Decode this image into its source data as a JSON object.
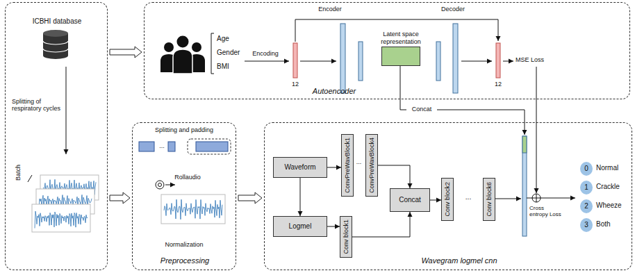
{
  "diagram": {
    "nodes": [
      {
        "text": [
          "ICBHI database",
          "Splitting of respiratory cycles",
          "Batch"
        ]
      },
      {
        "text": [
          "Autoencoder"
        ]
      },
      {
        "text": [
          "Latent space representation"
        ],
        "in": 1
      },
      {
        "text": [
          "Preprocessing"
        ]
      },
      {
        "text": [
          "Wavegram logmel cnn"
        ]
      },
      {
        "text": [
          "Waveform"
        ],
        "in": 4
      },
      {
        "text": [
          "Logmel"
        ],
        "in": 4
      },
      {
        "text": [
          "ConvPreWavBlock1"
        ],
        "in": 4
      },
      {
        "text": [
          "ConvPreWavBlock4"
        ],
        "in": 4
      },
      {
        "text": [
          "Conv block1"
        ],
        "in": 4
      },
      {
        "text": [
          "Concat"
        ],
        "in": 4
      },
      {
        "text": [
          "Conv block2"
        ],
        "in": 4
      },
      {
        "text": [
          "Conv block6"
        ],
        "in": 4
      },
      {
        "text": [
          "0"
        ],
        "in": 4
      },
      {
        "text": [
          "1"
        ],
        "in": 4
      },
      {
        "text": [
          "2"
        ],
        "in": 4
      },
      {
        "text": [
          "3"
        ],
        "in": 4
      }
    ],
    "edges": [
      {
        "from": 0,
        "to": 1,
        "arrow": "to"
      },
      {
        "from": 0,
        "to": 3,
        "arrow": "to"
      },
      {
        "from": 3,
        "to": 4,
        "arrow": "to"
      },
      {
        "from": 5,
        "to": 7,
        "arrow": "to"
      },
      {
        "from": 5,
        "to": 6,
        "arrow": "to"
      },
      {
        "from": 6,
        "to": 9,
        "arrow": "to"
      },
      {
        "from": 8,
        "to": 10,
        "arrow": "to"
      },
      {
        "from": 9,
        "to": 10,
        "arrow": "to"
      },
      {
        "from": 10,
        "to": 11,
        "arrow": "to"
      }
    ],
    "labels": [
      "Encoder",
      "Decoder",
      "Age",
      "Gender",
      "BMI",
      "Encoding",
      "12",
      "12",
      "MSE Loss",
      "Concat",
      "Splitting and padding",
      "...",
      "Rollaudio",
      "Normalization",
      "...",
      "...",
      "Cross entropy Loss",
      "Normal",
      "Crackle",
      "Wheeze",
      "Both"
    ]
  }
}
